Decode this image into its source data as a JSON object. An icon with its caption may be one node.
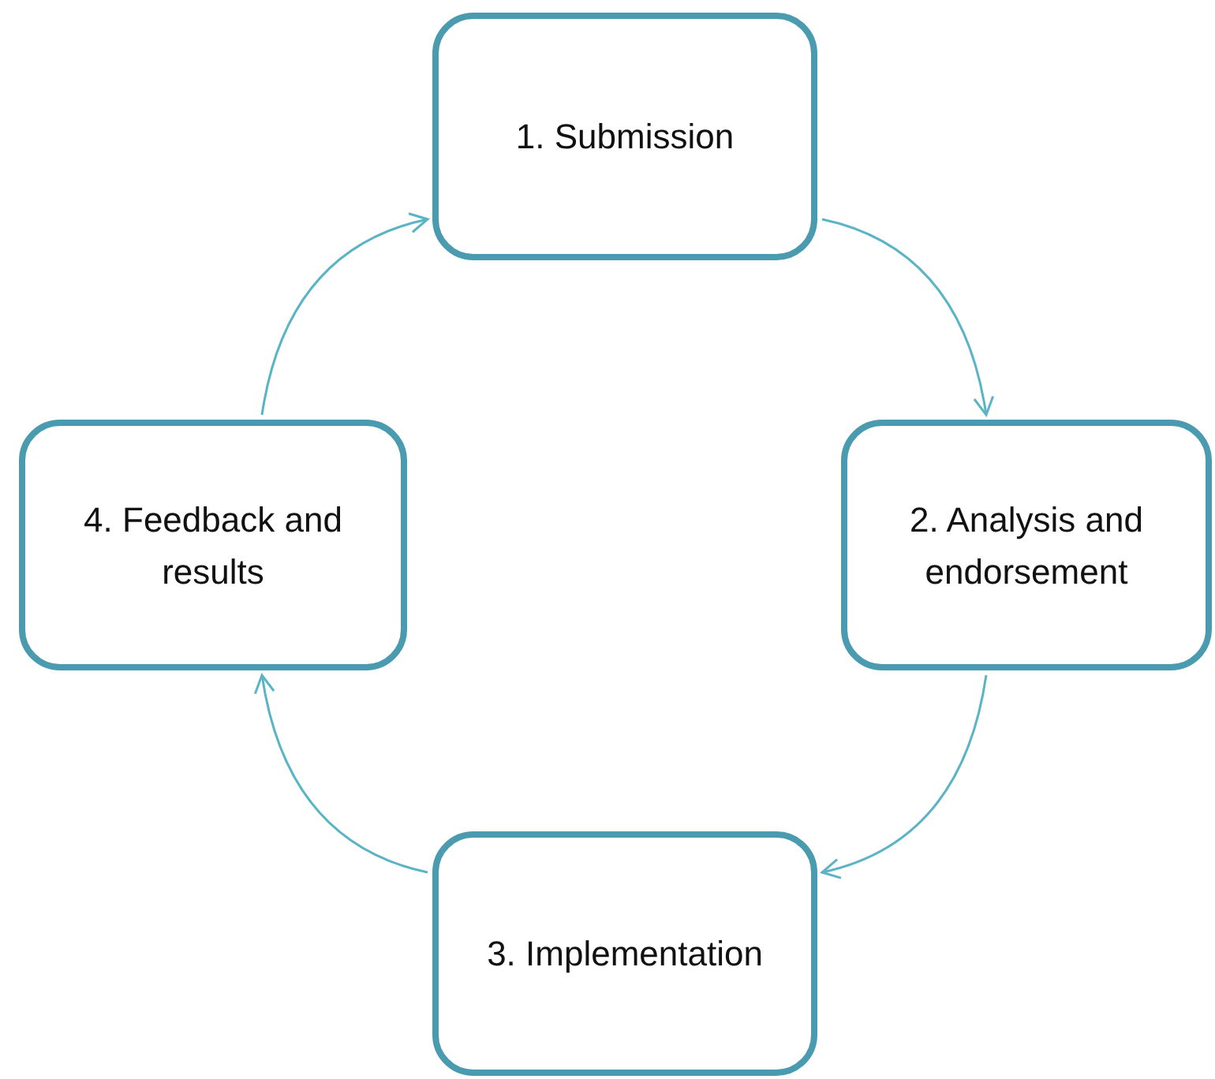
{
  "diagram": {
    "nodes": [
      {
        "text": [
          "1. Submission"
        ]
      },
      {
        "text": [
          "2. Analysis and endorsement"
        ]
      },
      {
        "text": [
          "3. Implementation"
        ]
      },
      {
        "text": [
          "4. Feedback and results"
        ]
      }
    ],
    "edges": [
      {
        "from": 0,
        "to": 1,
        "arrow": "to"
      },
      {
        "from": 1,
        "to": 2,
        "arrow": "to"
      },
      {
        "from": 2,
        "to": 3,
        "arrow": "to"
      },
      {
        "from": 3,
        "to": 0,
        "arrow": "to"
      }
    ]
  }
}
